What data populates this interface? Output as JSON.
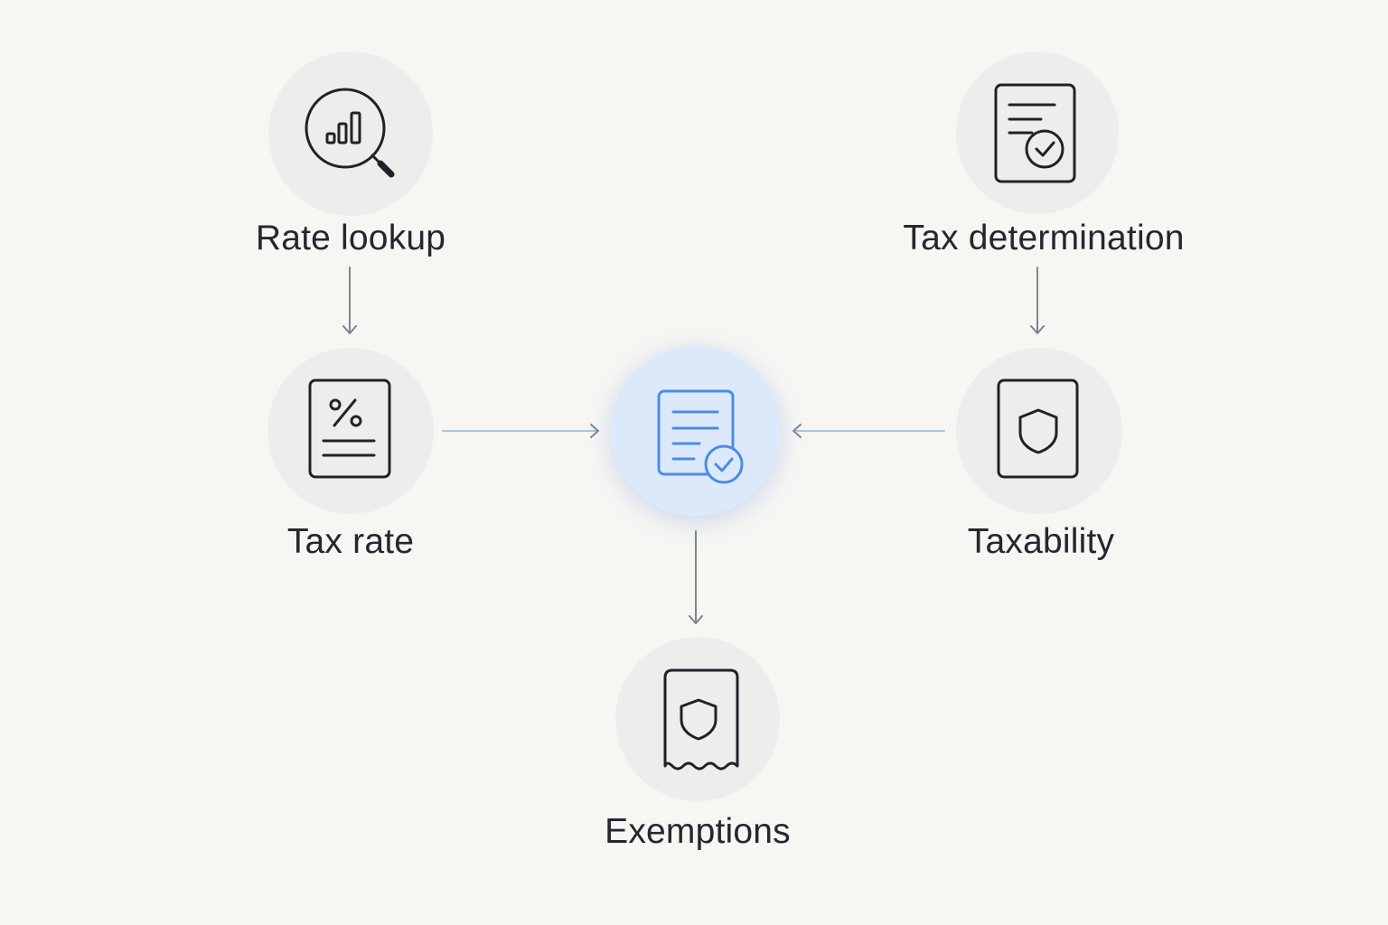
{
  "nodes": {
    "rate_lookup": {
      "label": "Rate lookup",
      "icon": "magnifier-chart-icon"
    },
    "tax_determination": {
      "label": "Tax determination",
      "icon": "document-check-icon"
    },
    "tax_rate": {
      "label": "Tax rate",
      "icon": "percent-document-icon"
    },
    "taxability": {
      "label": "Taxability",
      "icon": "shield-document-icon"
    },
    "exemptions": {
      "label": "Exemptions",
      "icon": "shield-receipt-icon"
    },
    "hub": {
      "label": "",
      "icon": "document-check-icon"
    }
  },
  "edges": [
    {
      "from": "rate_lookup",
      "to": "tax_rate"
    },
    {
      "from": "tax_determination",
      "to": "taxability"
    },
    {
      "from": "tax_rate",
      "to": "hub"
    },
    {
      "from": "taxability",
      "to": "hub"
    },
    {
      "from": "hub",
      "to": "exemptions"
    }
  ],
  "colors": {
    "background": "#f7f6f3",
    "node_fill": "#ededec",
    "hub_fill": "#dce9fb",
    "hub_icon": "#4a8de8",
    "icon_stroke": "#1f2329",
    "connector_gray": "#7d8590",
    "connector_blue": "#8fb3e0"
  }
}
